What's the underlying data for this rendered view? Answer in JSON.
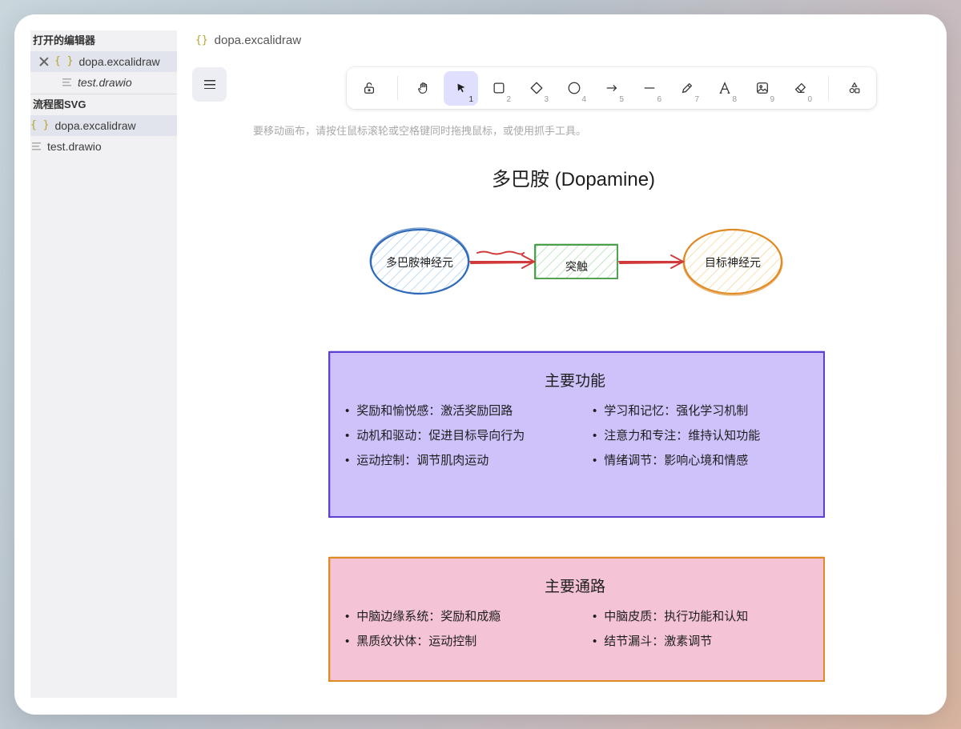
{
  "sidebar": {
    "open_editors_title": "打开的编辑器",
    "open_editors": [
      {
        "label": "dopa.excalidraw",
        "type": "json",
        "active": true
      },
      {
        "label": "test.drawio",
        "type": "text",
        "italic": true
      }
    ],
    "folder_title": "流程图SVG",
    "files": [
      {
        "label": "dopa.excalidraw",
        "type": "json",
        "active": true
      },
      {
        "label": "test.drawio",
        "type": "text"
      }
    ]
  },
  "tab": {
    "icon": "{}",
    "title": "dopa.excalidraw"
  },
  "toolbar": {
    "tools": [
      {
        "name": "lock",
        "num": ""
      },
      {
        "name": "hand",
        "num": ""
      },
      {
        "name": "selection",
        "num": "1"
      },
      {
        "name": "rectangle",
        "num": "2"
      },
      {
        "name": "diamond",
        "num": "3"
      },
      {
        "name": "ellipse",
        "num": "4"
      },
      {
        "name": "arrow",
        "num": "5"
      },
      {
        "name": "line",
        "num": "6"
      },
      {
        "name": "draw",
        "num": "7"
      },
      {
        "name": "text",
        "num": "8"
      },
      {
        "name": "image",
        "num": "9"
      },
      {
        "name": "eraser",
        "num": "0"
      },
      {
        "name": "more-shapes",
        "num": ""
      }
    ]
  },
  "hint": "要移动画布，请按住鼠标滚轮或空格键同时拖拽鼠标，或使用抓手工具。",
  "diagram": {
    "title": "多巴胺 (Dopamine)",
    "nodes": {
      "source": "多巴胺神经元",
      "synapse": "突触",
      "target": "目标神经元"
    },
    "functions": {
      "title": "主要功能",
      "left": [
        "奖励和愉悦感：激活奖励回路",
        "动机和驱动：促进目标导向行为",
        "运动控制：调节肌肉运动"
      ],
      "right": [
        "学习和记忆：强化学习机制",
        "注意力和专注：维持认知功能",
        "情绪调节：影响心境和情感"
      ]
    },
    "pathways": {
      "title": "主要通路",
      "left": [
        "中脑边缘系统：奖励和成瘾",
        "黑质纹状体：运动控制"
      ],
      "right": [
        "中脑皮质：执行功能和认知",
        "结节漏斗：激素调节"
      ]
    }
  },
  "colors": {
    "blue_stroke": "#2f6ab8",
    "green_stroke": "#3f9a3f",
    "orange_stroke": "#e08a24",
    "arrow": "#d03a3a",
    "purple_fill": "#cfc2fb",
    "purple_stroke": "#5d3fd3",
    "pink_fill": "#f4c4d6",
    "accent": "#e0dffe"
  }
}
